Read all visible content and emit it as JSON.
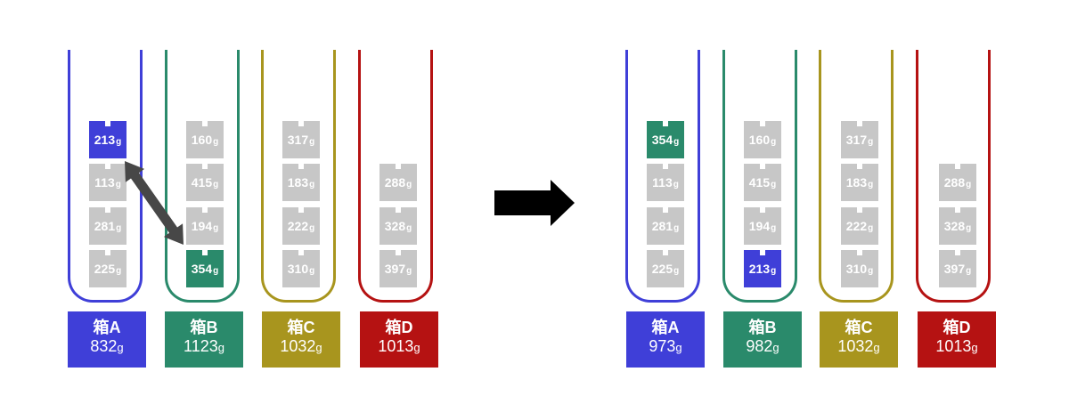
{
  "colors": {
    "boxA": "#3f3fd8",
    "boxB": "#2a8a6b",
    "boxC": "#a8951e",
    "boxD": "#b51212",
    "weight_normal": "#c7c7c7",
    "arrow": "#474747"
  },
  "unit": "g",
  "before": {
    "boxes": [
      {
        "key": "A",
        "name": "箱A",
        "total": "832",
        "color_key": "boxA",
        "weights": [
          {
            "v": "213",
            "hl": "boxA"
          },
          {
            "v": "113"
          },
          {
            "v": "281"
          },
          {
            "v": "225"
          }
        ]
      },
      {
        "key": "B",
        "name": "箱B",
        "total": "1123",
        "color_key": "boxB",
        "weights": [
          {
            "v": "160"
          },
          {
            "v": "415"
          },
          {
            "v": "194"
          },
          {
            "v": "354",
            "hl": "boxB"
          }
        ]
      },
      {
        "key": "C",
        "name": "箱C",
        "total": "1032",
        "color_key": "boxC",
        "weights": [
          {
            "v": "317"
          },
          {
            "v": "183"
          },
          {
            "v": "222"
          },
          {
            "v": "310"
          }
        ]
      },
      {
        "key": "D",
        "name": "箱D",
        "total": "1013",
        "color_key": "boxD",
        "weights": [
          {
            "v": "288"
          },
          {
            "v": "328"
          },
          {
            "v": "397"
          }
        ]
      }
    ]
  },
  "after": {
    "boxes": [
      {
        "key": "A",
        "name": "箱A",
        "total": "973",
        "color_key": "boxA",
        "weights": [
          {
            "v": "354",
            "hl": "boxB"
          },
          {
            "v": "113"
          },
          {
            "v": "281"
          },
          {
            "v": "225"
          }
        ]
      },
      {
        "key": "B",
        "name": "箱B",
        "total": "982",
        "color_key": "boxB",
        "weights": [
          {
            "v": "160"
          },
          {
            "v": "415"
          },
          {
            "v": "194"
          },
          {
            "v": "213",
            "hl": "boxA"
          }
        ]
      },
      {
        "key": "C",
        "name": "箱C",
        "total": "1032",
        "color_key": "boxC",
        "weights": [
          {
            "v": "317"
          },
          {
            "v": "183"
          },
          {
            "v": "222"
          },
          {
            "v": "310"
          }
        ]
      },
      {
        "key": "D",
        "name": "箱D",
        "total": "1013",
        "color_key": "boxD",
        "weights": [
          {
            "v": "288"
          },
          {
            "v": "328"
          },
          {
            "v": "397"
          }
        ]
      }
    ]
  }
}
